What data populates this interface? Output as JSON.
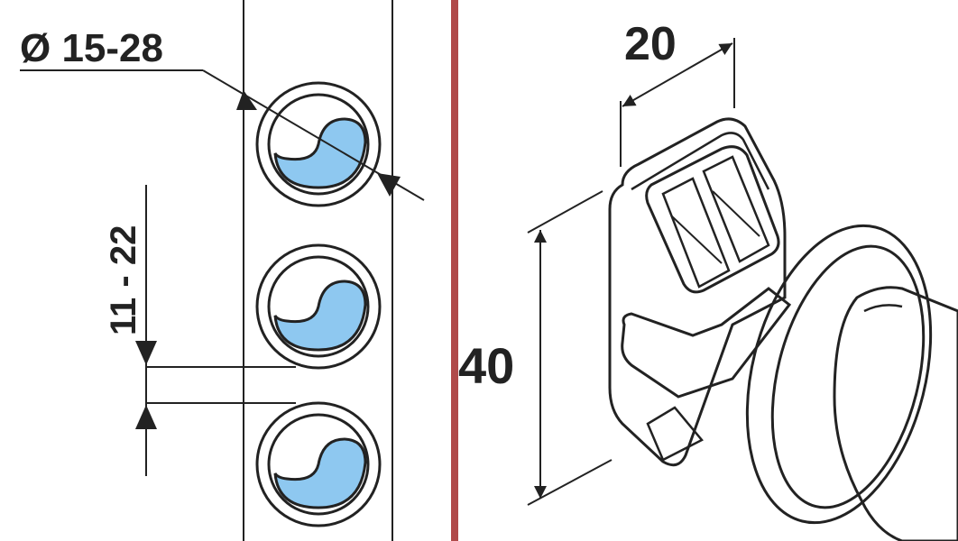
{
  "labels": {
    "diameter": "Ø 15-28",
    "spacing": "11 - 22",
    "width": "20",
    "height": "40"
  },
  "colors": {
    "line": "#222222",
    "water_fill": "#8ec8f0",
    "divider": "#b04a4a",
    "background": "#ffffff"
  }
}
